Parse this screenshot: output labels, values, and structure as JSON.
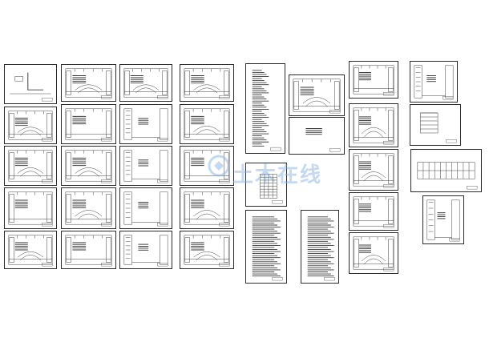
{
  "watermark": {
    "text": "土木在线",
    "color": "#78aae1"
  },
  "sheets": [
    {
      "type": "detail"
    },
    {
      "type": "floorplan"
    },
    {
      "type": "floorplan"
    },
    {
      "type": "floorplan"
    },
    {
      "type": "floorplan"
    },
    {
      "type": "floorplan"
    },
    {
      "type": "floorplan"
    },
    {
      "type": "floorplan"
    },
    {
      "type": "floorplan"
    },
    {
      "type": "floorplan"
    },
    {
      "type": "floorplan"
    },
    {
      "type": "narrowplan"
    },
    {
      "type": "narrowplan"
    },
    {
      "type": "narrowplan"
    },
    {
      "type": "narrowplan"
    },
    {
      "type": "narrowplan"
    },
    {
      "type": "floorplan"
    },
    {
      "type": "floorplan"
    },
    {
      "type": "floorplan"
    },
    {
      "type": "floorplan"
    },
    {
      "type": "floorplan"
    },
    {
      "type": "list"
    },
    {
      "type": "floorplan"
    },
    {
      "type": "notes"
    },
    {
      "type": "table"
    },
    {
      "type": "schedule"
    },
    {
      "type": "schedule"
    },
    {
      "type": "floorplan"
    },
    {
      "type": "floorplan"
    },
    {
      "type": "floorplan"
    },
    {
      "type": "floorplan"
    },
    {
      "type": "floorplan"
    },
    {
      "type": "narrowplan"
    },
    {
      "type": "section"
    },
    {
      "type": "elevation"
    },
    {
      "type": "narrowplan"
    }
  ]
}
